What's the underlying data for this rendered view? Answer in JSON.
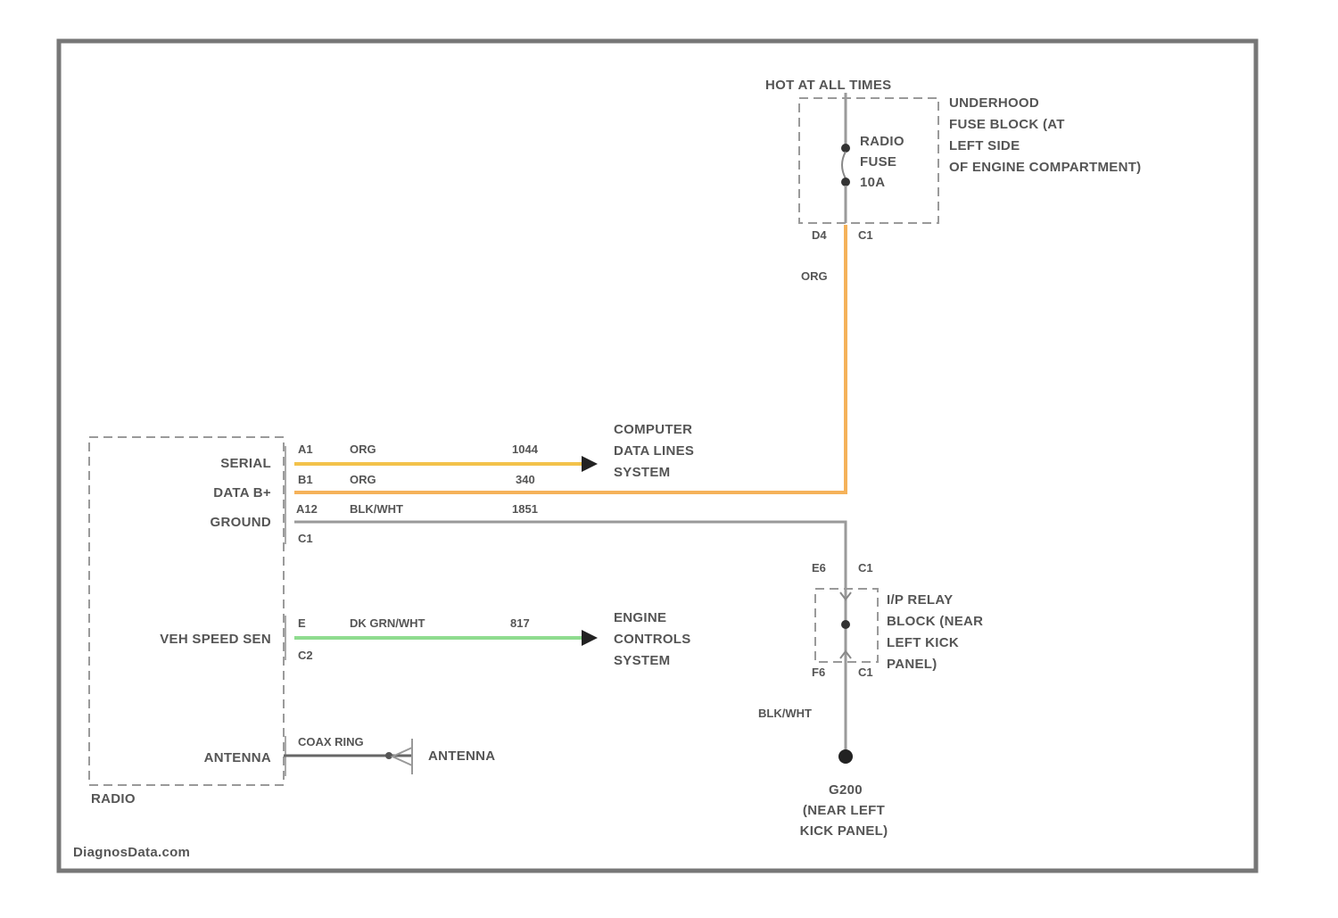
{
  "colors": {
    "frame": "#777777",
    "wire_org_serial": "#f3c24a",
    "wire_org_power": "#f5b25a",
    "wire_dk_grn_wht": "#8fdc8f",
    "wire_blk_wht": "#9a9a9a",
    "connector_dot": "#333333"
  },
  "fuse_block": {
    "hot_label": "HOT AT ALL TIMES",
    "location_lines": [
      "UNDERHOOD",
      "FUSE BLOCK (AT",
      "LEFT SIDE",
      "OF ENGINE COMPARTMENT)"
    ],
    "fuse_lines": [
      "RADIO",
      "FUSE",
      "10A"
    ],
    "pin": "D4",
    "connector": "C1",
    "wire_color": "ORG"
  },
  "radio": {
    "name": "RADIO",
    "terminals": [
      {
        "label": "SERIAL",
        "pin": "A1",
        "wire_color": "ORG",
        "circuit": "1044"
      },
      {
        "label": "DATA B+",
        "pin": "B1",
        "wire_color": "ORG",
        "circuit": "340"
      },
      {
        "label": "GROUND",
        "pin": "A12",
        "wire_color": "BLK/WHT",
        "circuit": "1851",
        "connector": "C1"
      },
      {
        "label": "VEH SPEED SEN",
        "pin": "E",
        "wire_color": "DK GRN/WHT",
        "circuit": "817",
        "connector": "C2"
      },
      {
        "label": "ANTENNA",
        "wire_color": "COAX RING",
        "destination": "ANTENNA"
      }
    ]
  },
  "destinations": {
    "computer_data_lines": [
      "COMPUTER",
      "DATA LINES",
      "SYSTEM"
    ],
    "engine_controls": [
      "ENGINE",
      "CONTROLS",
      "SYSTEM"
    ],
    "antenna": "ANTENNA"
  },
  "ip_relay_block": {
    "location_lines": [
      "I/P RELAY",
      "BLOCK (NEAR",
      "LEFT KICK",
      "PANEL)"
    ],
    "top_pin": "E6",
    "top_connector": "C1",
    "bottom_pin": "F6",
    "bottom_connector": "C1",
    "wire_color_out": "BLK/WHT"
  },
  "ground": {
    "name": "G200",
    "location_lines": [
      "(NEAR LEFT",
      "KICK PANEL)"
    ]
  },
  "watermark": "DiagnosData.com"
}
